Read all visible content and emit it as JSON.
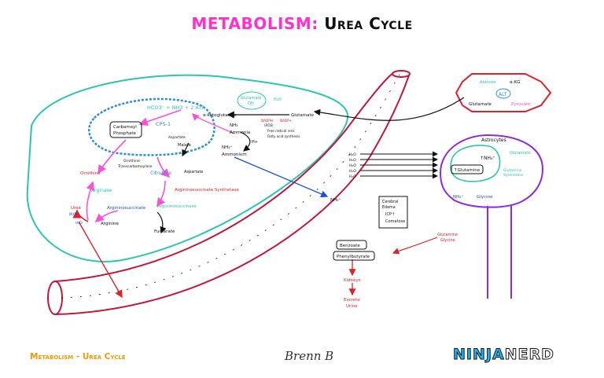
{
  "title": {
    "part1": "METABOLISM:",
    "part2": "Urea Cycle"
  },
  "footer": {
    "left": "Metabolism - Urea Cycle",
    "signature": "Brenn B",
    "logo_ninja": "NINJA",
    "logo_nerd": "NERD"
  },
  "liver": {
    "reactants": "HCO3⁻ + NH3 + 2 ATP",
    "cps1": "CPS-1",
    "carbamoyl": [
      "Carbamoyl",
      "Phosphate"
    ],
    "ornithine_trans": [
      "Ornithine",
      "Transcarbamoylase"
    ],
    "citrulline": "Citrulline",
    "aspartate1": "Aspartate",
    "aspartate2": "Aspartate",
    "malate": "Malate",
    "ornithine": "Ornithine",
    "arginase": "Arginase",
    "argininosuccinate": "Argininosuccinate",
    "argininosuccinate_synth": "Argininosuccinate Synthetase",
    "argininosuccinase": "Argininosuccinase",
    "arginine": "Arginine",
    "fumarate": "Fumarate",
    "urea": "Urea",
    "bun": "BUN",
    "h2o": "H₂O",
    "glutamate_dh": [
      "Glutamate",
      "DH"
    ],
    "h2o_top": "H₂O",
    "a_kg": "α-ketoglutarate",
    "glutamate": "Glutamate",
    "nh3": "NH₃",
    "ammonia": "Ammonia",
    "nadph": "NADPH",
    "nadp": "NADP+",
    "ros": "(ROS)",
    "free_radical": "Free radical rxns",
    "fatty_acid": "Fatty acid synthesis",
    "h_plus": "H+",
    "nh4": "NH₄⁺",
    "ammonium": "Ammonium"
  },
  "muscle": {
    "alanine": "Alanine",
    "akg": "α-KG",
    "alt": "ALT",
    "glutamate": "Glutamate",
    "pyruvate": "Pyruvate"
  },
  "brain": {
    "astrocytes": "Astrocytes",
    "glutamate": "Glutamate",
    "nh4": "↑NH₄⁺",
    "glutamine": "↑Glutamine",
    "glutamine_synth": [
      "Glutamine",
      "Synthetase"
    ],
    "nh4_2": "NH₄⁺",
    "glycine": "Glycine",
    "h2o": [
      "H₂O",
      "H₂O",
      "H₂O",
      "H₂O",
      "H₂O"
    ],
    "nh4_blood": "NH₄⁺",
    "edema_title": [
      "Cerebral",
      "Edema"
    ],
    "icp": "ICP↑",
    "comatose": "Comatose"
  },
  "treatment": {
    "benzoate": "Benzoate",
    "phenylbutyrate": "Phenylbutyrate",
    "glutamine_glycine": [
      "Glutamine",
      "Glycine"
    ],
    "kidneys": "Kidneys",
    "excrete": [
      "Excrete",
      "Urine"
    ]
  },
  "colors": {
    "title_pink": "#ff2fd0",
    "teal": "#2bc6b0",
    "blue": "#2a8fd8",
    "pink": "#ff4fd8",
    "red": "#e0202a",
    "purple": "#8a2be2",
    "orange": "#f29a00",
    "vessel": "#c4163a"
  }
}
